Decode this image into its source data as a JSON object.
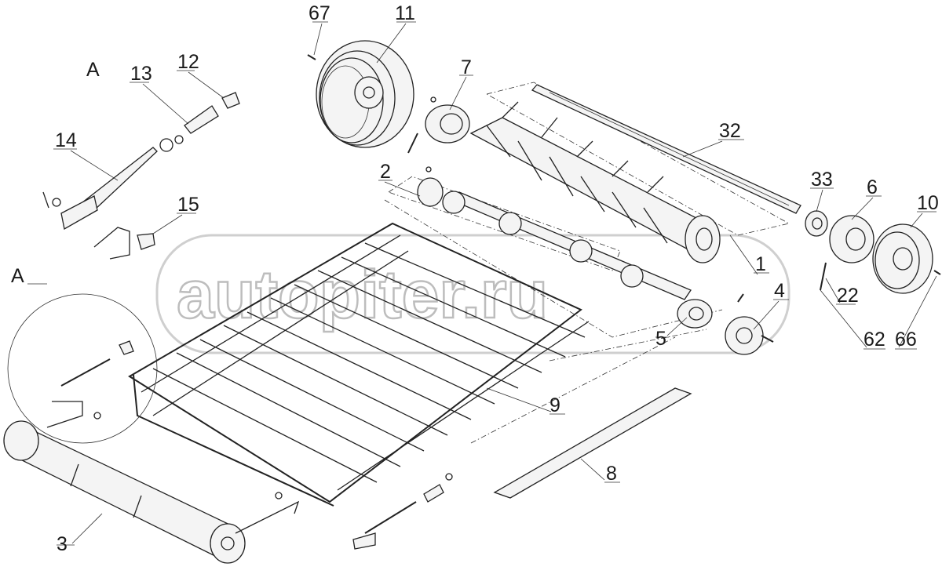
{
  "watermark": "autopiter.ru",
  "view_labels": {
    "a_top": "A",
    "a_left": "A"
  },
  "callouts": {
    "c1": "1",
    "c2": "2",
    "c3": "3",
    "c4": "4",
    "c5": "5",
    "c6": "6",
    "c7": "7",
    "c8": "8",
    "c9": "9",
    "c10": "10",
    "c11": "11",
    "c12": "12",
    "c13": "13",
    "c14": "14",
    "c15": "15",
    "c22": "22",
    "c32": "32",
    "c33": "33",
    "c62": "62",
    "c66": "66",
    "c67": "67"
  }
}
